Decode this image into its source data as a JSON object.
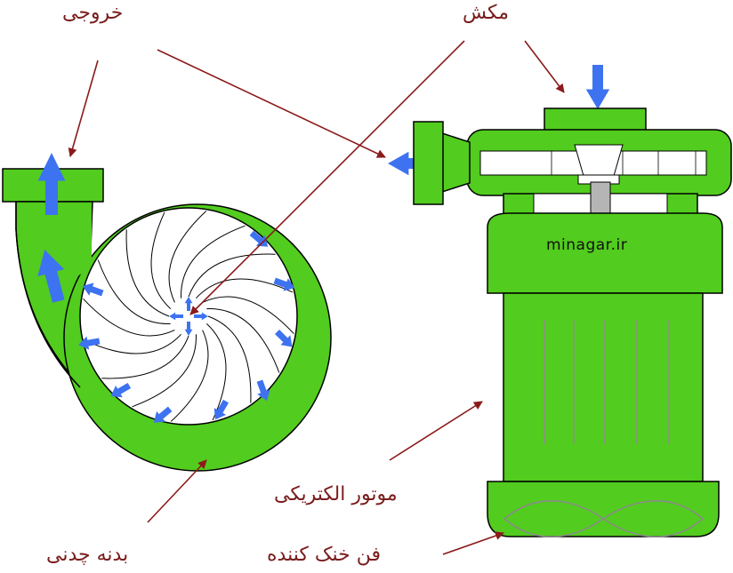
{
  "labels": {
    "outlet": "خروجی",
    "suction": "مکش",
    "motor": "موتور الکتریکی",
    "cooling_fan": "فن خنک کننده",
    "body": "بدنه چدنی"
  },
  "watermark": "minagar.ir",
  "colors": {
    "body_green": "#52cc1e",
    "outline": "#000000",
    "flow_arrow": "#3d73f0",
    "leader_line": "#8b1a1a",
    "label_text": "#7a1c1c",
    "shaft": "#b5b5b5"
  }
}
